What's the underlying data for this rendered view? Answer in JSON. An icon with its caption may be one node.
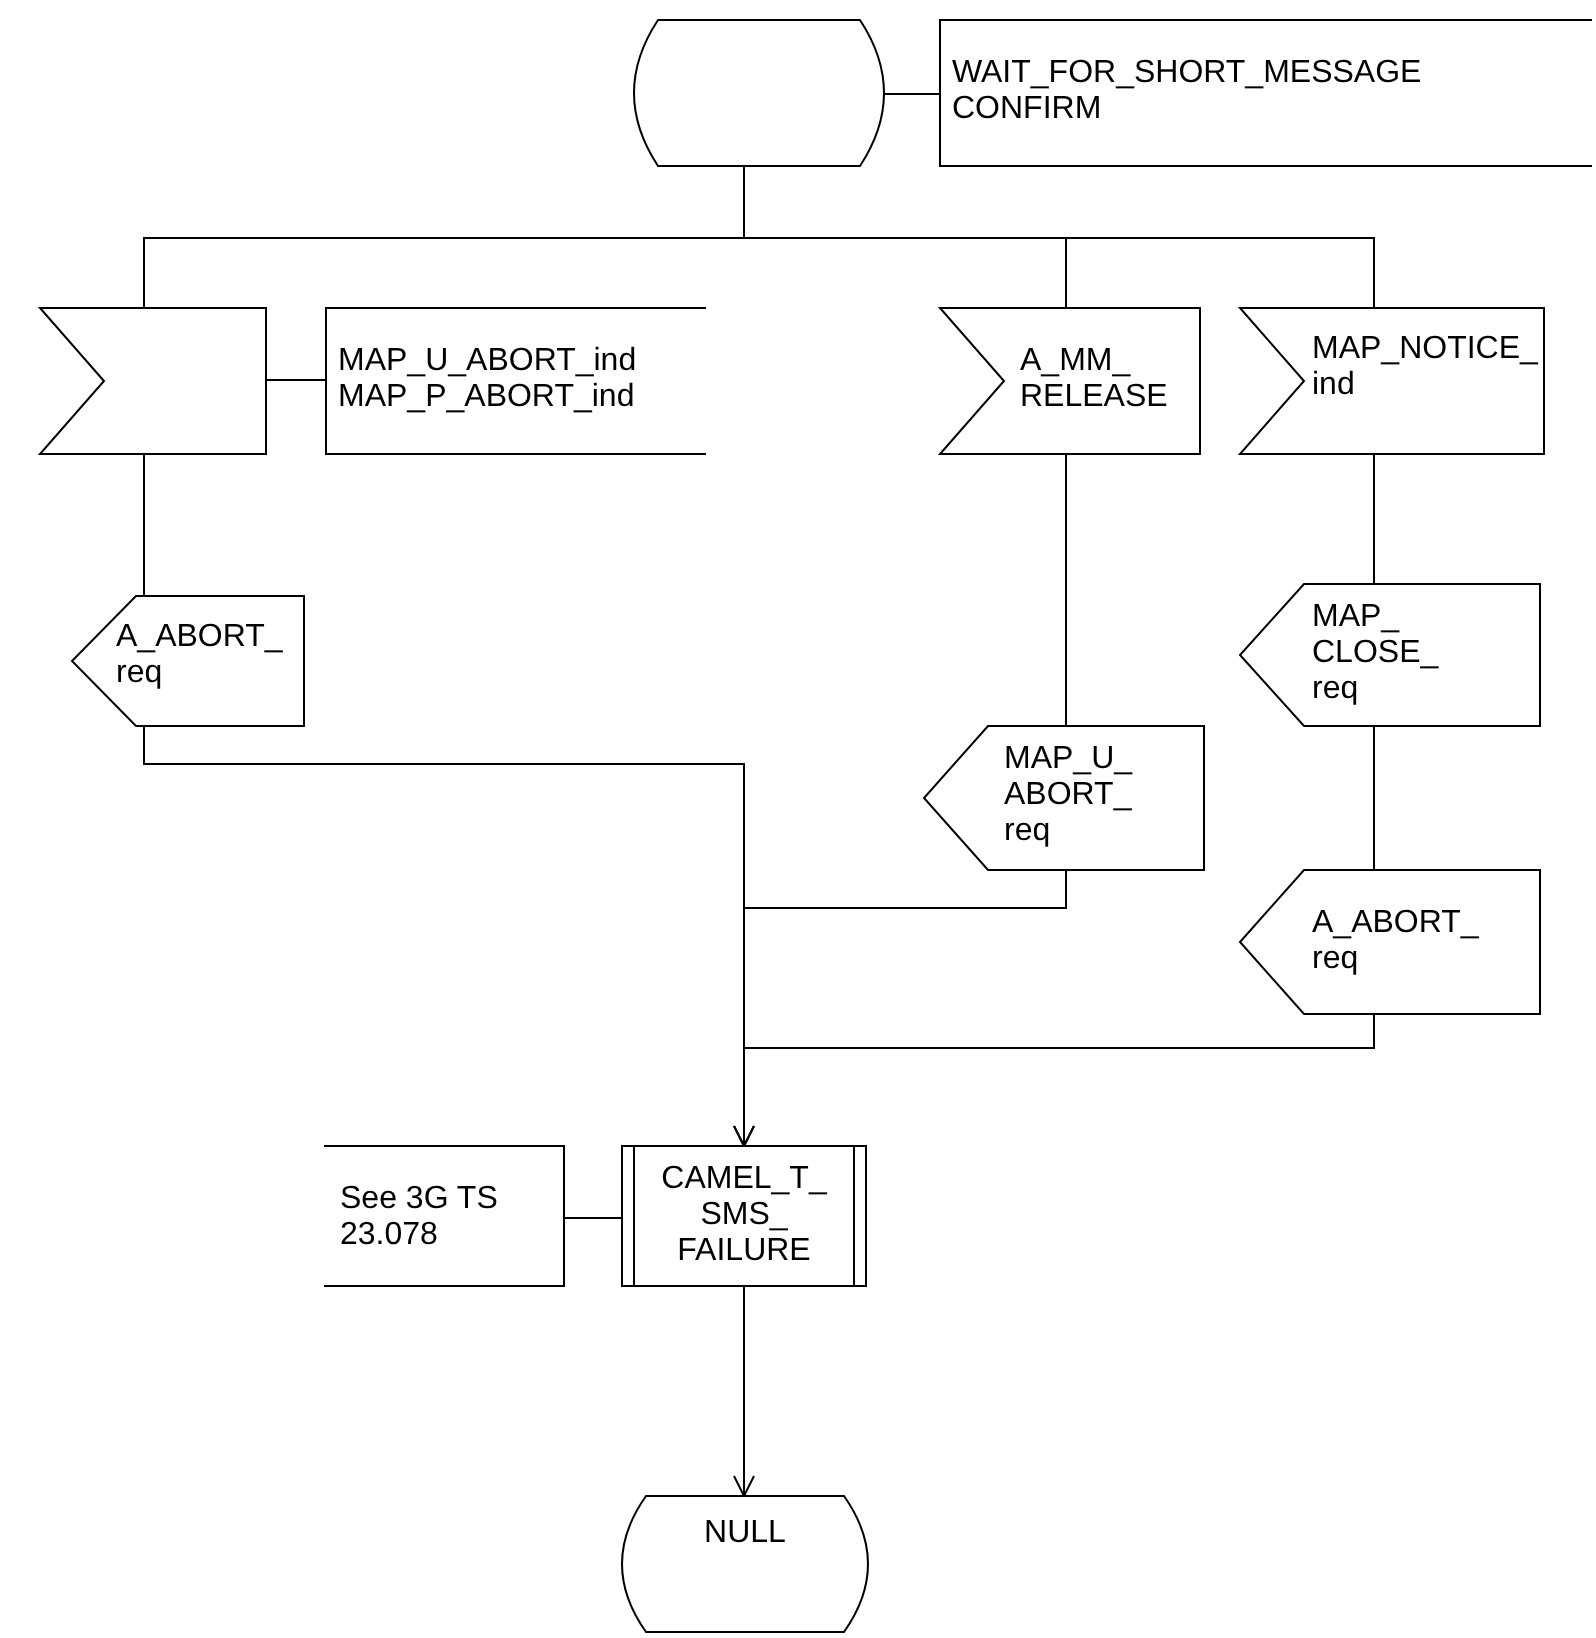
{
  "diagram": {
    "nodes": [
      {
        "text": [],
        "shape": "state"
      },
      {
        "text": [
          "WAIT_FOR_SHORT_MESSAGE CONFIRM"
        ]
      },
      {
        "text": [],
        "shape": "input"
      },
      {
        "text": [
          "MAP_U_ABORT_ind MAP_P_ABORT_ind"
        ]
      },
      {
        "text": [
          "A_MM_ RELEASE"
        ]
      },
      {
        "text": [
          "MAP_NOTICE_ ind"
        ]
      },
      {
        "text": [
          "A_ABORT_ req"
        ]
      },
      {
        "text": [
          "MAP_U_ ABORT_ req"
        ]
      },
      {
        "text": [
          "MAP_ CLOSE_ req"
        ]
      },
      {
        "text": [
          "A_ABORT_ req"
        ]
      },
      {
        "text": [
          "CAMEL_T_ SMS_ FAILURE"
        ]
      },
      {
        "text": [
          "See 3G TS 23.078"
        ]
      },
      {
        "text": [
          "NULL"
        ]
      }
    ],
    "edges": [
      {
        "from": 0,
        "to": 1,
        "arrow": "none"
      },
      {
        "from": 0,
        "to": 2,
        "arrow": "none"
      },
      {
        "from": 0,
        "to": 4,
        "arrow": "none"
      },
      {
        "from": 0,
        "to": 5,
        "arrow": "none"
      },
      {
        "from": 2,
        "to": 3,
        "arrow": "none"
      },
      {
        "from": 2,
        "to": 6,
        "arrow": "none"
      },
      {
        "from": 4,
        "to": 7,
        "arrow": "none"
      },
      {
        "from": 5,
        "to": 8,
        "arrow": "none"
      },
      {
        "from": 8,
        "to": 9,
        "arrow": "none"
      },
      {
        "from": 6,
        "to": 10,
        "arrow": "none"
      },
      {
        "from": 7,
        "to": 10,
        "arrow": "to"
      },
      {
        "from": 9,
        "to": 10,
        "arrow": "to"
      },
      {
        "from": 10,
        "to": 11,
        "arrow": "none"
      },
      {
        "from": 10,
        "to": 12,
        "arrow": "to"
      }
    ]
  }
}
